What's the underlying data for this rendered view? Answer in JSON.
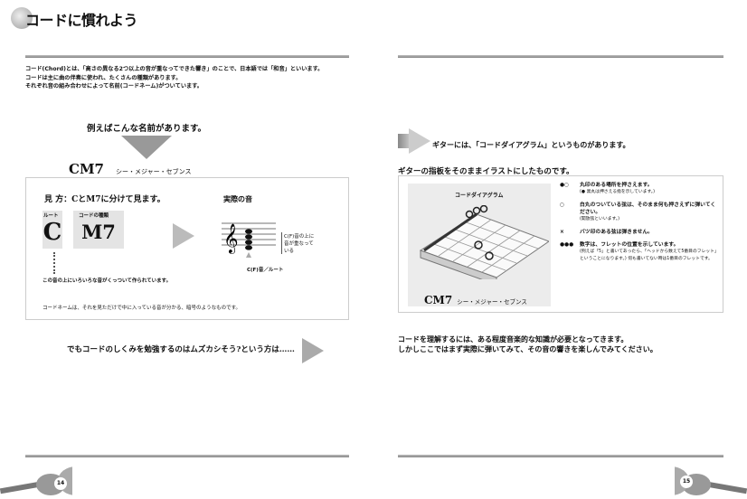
{
  "left_page": {
    "title": "コードに慣れよう",
    "intro_lines": [
      "コード(Chord)とは、「高さの異なる2つ以上の音が重なってできた響き」のことで、日本語では「和音」といいます。",
      "コードは主に曲の伴奏に使われ、たくさんの種類があります。",
      "それぞれ音の組み合わせによって名前(コードネーム)がついています。"
    ],
    "example_heading": "例えばこんな名前があります。",
    "chord_name": "CM7",
    "chord_reading": "シー・メジャー・セブンス",
    "how_to_read": "見 方：CとM7に分けて見ます。",
    "root_label": "ルート",
    "root_value": "C",
    "type_label": "コードの種類",
    "type_value": "M7",
    "actual_sound_label": "実際の音",
    "stacked_note": "C(F)音の上に音が重なっている",
    "root_note_label": "C(F)音／ルート",
    "built_on_text": "この音の上にいろいろな音がくっついて作られています。",
    "summary_text": "コードネームは、それを見ただけで中に入っている音が分かる、暗号のようなものです。",
    "next_prompt": "でもコードのしくみを勉強するのはムズカシそう?という方は……",
    "page_number": "14"
  },
  "right_page": {
    "intro": "ギターには、「コードダイアグラム」というものがあります。",
    "subheading": "ギターの指板をそのままイラストにしたものです。",
    "diagram_title": "コードダイアグラム",
    "diagram_chord": "CM7",
    "diagram_reading": "シー・メジャー・セブンス",
    "legend": [
      {
        "symbol": "●○",
        "text": "丸印のある場所を押さえます。",
        "note": "(● 黒丸は押さえる指を示しています。)"
      },
      {
        "symbol": "○",
        "text": "白丸のついている弦は、そのまま何も押さえずに弾いてください。",
        "note": "(開放弦といいます。)"
      },
      {
        "symbol": "×",
        "text": "バツ印のある弦は弾きません。",
        "note": ""
      },
      {
        "symbol": "●●●",
        "text": "数字は、フレットの位置を示しています。",
        "note": "(例えば「5」と書いてあったら、「ヘッドから数えて5番目のフレット」ということになります。) 何も書いてない時は1番目のフレットです。"
      }
    ],
    "closing_lines": [
      "コードを理解するには、ある程度音楽的な知識が必要となってきます。",
      "しかしここではまず実際に弾いてみて、その音の響きを楽しんでみてください。"
    ],
    "page_number": "15"
  }
}
